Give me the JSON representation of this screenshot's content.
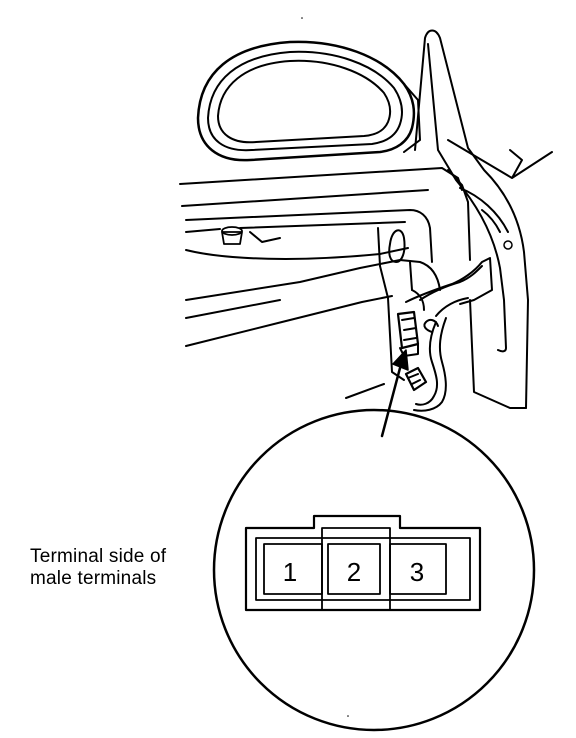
{
  "caption": {
    "line1": "Terminal side of",
    "line2": "male terminals"
  },
  "connector": {
    "pins": [
      "1",
      "2",
      "3"
    ]
  }
}
